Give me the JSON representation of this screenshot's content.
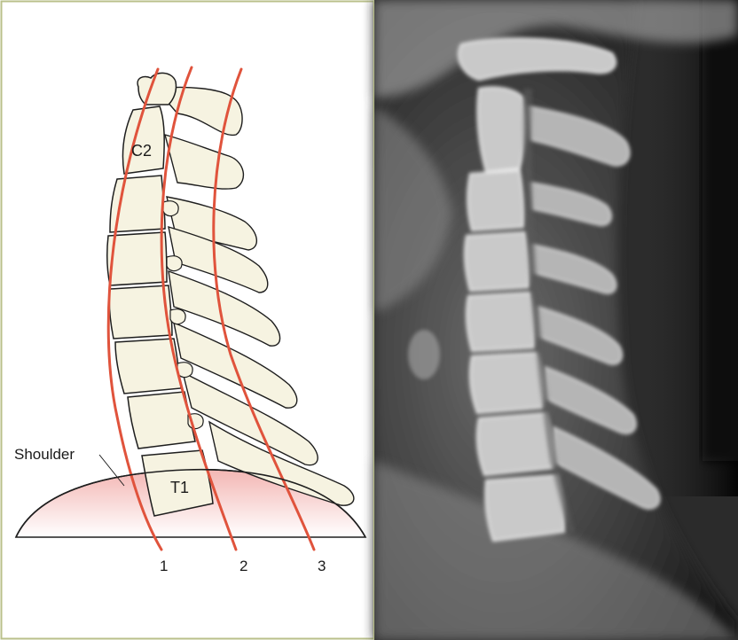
{
  "diagram": {
    "vertebra_labels": {
      "top": "C2",
      "bottom": "T1"
    },
    "shoulder_label": "Shoulder",
    "line_numbers": [
      "1",
      "2",
      "3"
    ]
  },
  "colors": {
    "panel_border": "#b9c08a",
    "line_red": "#e0533c",
    "bone_fill": "#f6f3e1",
    "bone_stroke": "#1e1e1e",
    "shoulder_fill": "#f3b6b3",
    "xray_dark": "#0c0c0c",
    "xray_light": "#d8d8d8"
  },
  "xray": {
    "description_icon": "xray-lateral-cervical-spine"
  }
}
